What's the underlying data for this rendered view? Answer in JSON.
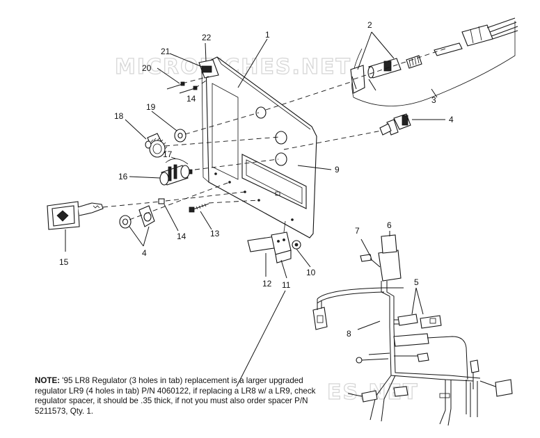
{
  "watermark": {
    "top": "MICROFICHES.NET",
    "bottom": "ES.NET"
  },
  "callouts": {
    "c1": "1",
    "c2": "2",
    "c3": "3",
    "c4_switch": "4",
    "c4_nut": "4",
    "c5": "5",
    "c6": "6",
    "c7": "7",
    "c8": "8",
    "c9": "9",
    "c10": "10",
    "c11": "11",
    "c12": "12",
    "c13": "13",
    "c14_top": "14",
    "c14_bottom": "14",
    "c15": "15",
    "c16": "16",
    "c17": "17",
    "c18": "18",
    "c19": "19",
    "c20": "20",
    "c21": "21",
    "c22": "22"
  },
  "note": {
    "label": "NOTE:",
    "text": " '95 LR8 Regulator (3 holes in tab) replacement is a larger upgraded regulator LR9 (4 holes in tab) P/N 4060122, if replacing a LR8 w/ a LR9, check regulator spacer, it should be .35 thick, if not you must also order spacer P/N 5211573, Qty. 1."
  }
}
